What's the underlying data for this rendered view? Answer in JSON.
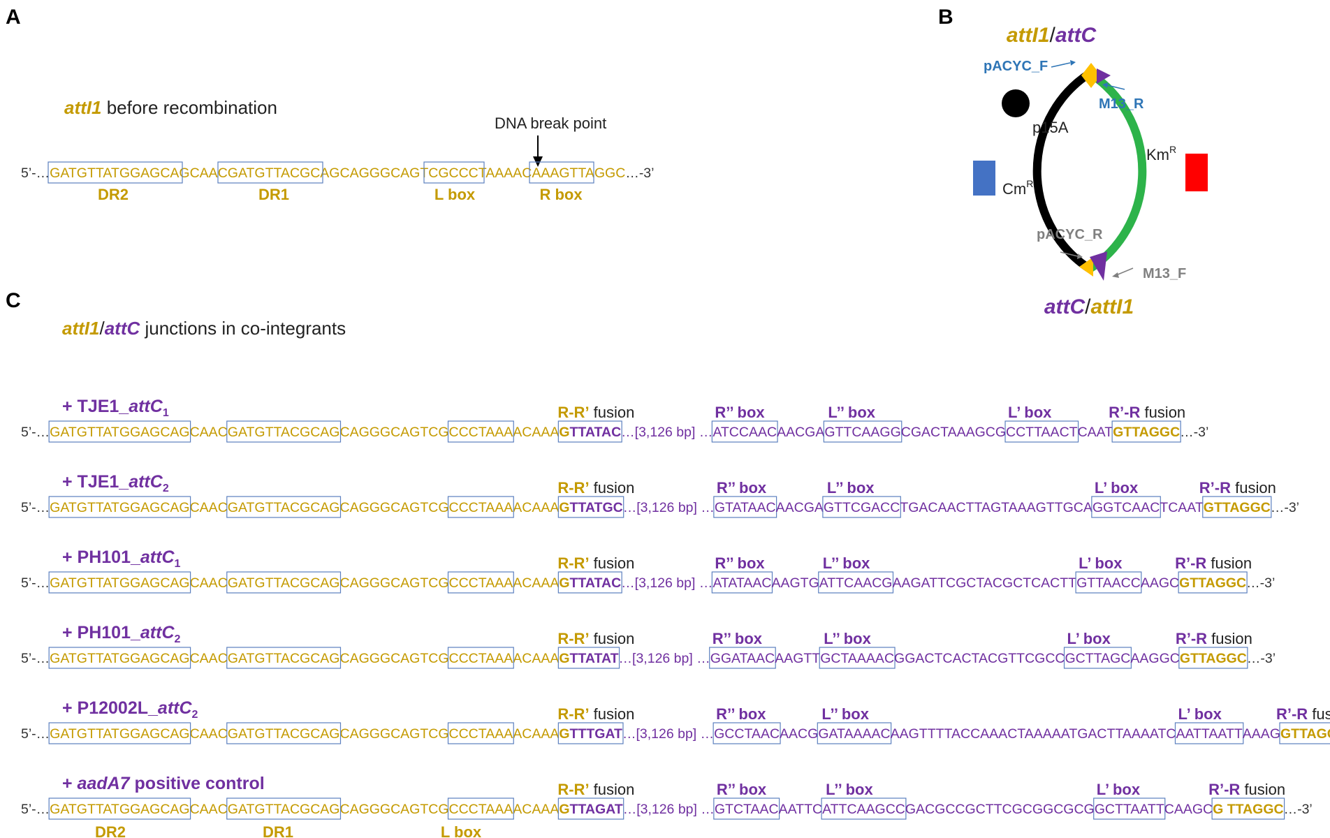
{
  "colors": {
    "gold": "#C49A00",
    "purple": "#7030A0",
    "box": "#5B7FBF",
    "black": "#000000",
    "green": "#2DB34A",
    "blue": "#4472C4",
    "red": "#FF0000",
    "primer_blue": "#2E75B6",
    "gray": "#808080"
  },
  "panels": {
    "a": "A",
    "b": "B",
    "c": "C"
  },
  "panel_a": {
    "title_gene": "attI1",
    "title_rest": " before recombination",
    "break_label": "DNA break point",
    "prefix": "5’-…",
    "seq": [
      "GATGTTATGGAGCAG",
      "CAAC",
      "GATGTTACGCAG",
      "CAGGGCAGTCG",
      "CCCTAAA",
      "ACAAA",
      "GTTAGGC"
    ],
    "suffix": "…-3’",
    "labels": [
      "DR2",
      "DR1",
      "L box",
      "R box"
    ]
  },
  "panel_b": {
    "top_label": [
      "attI1",
      "/",
      "attC"
    ],
    "bottom_label": [
      "attC",
      "/",
      "attI1"
    ],
    "primers": [
      "pACYC_F",
      "M13_R",
      "pACYC_R",
      "M13_F"
    ],
    "ori": "p15A",
    "km": [
      "Km",
      "R"
    ],
    "cm": [
      "Cm",
      "R"
    ]
  },
  "panel_c": {
    "heading": [
      "attI1",
      "/",
      "attC",
      " junctions in co-integrants"
    ],
    "common_prefix": "5’-…",
    "common_gold": [
      "GATGTTATGGAGCAG",
      "CAAC",
      "GATGTTACGCAG",
      "CAGGGCAGTCG",
      "CCCTAAA",
      "ACAAA"
    ],
    "gap": "[3,126 bp] …",
    "suffix": "…-3’",
    "bottom_labels": [
      "DR2",
      "DR1",
      "L box"
    ],
    "fusion_labels": {
      "rr_pre": "R-R’",
      "rr_post": " fusion",
      "r2": "R’’ box",
      "l2": "L’’ box",
      "l1": "L’ box",
      "rpr_pre": "R’-R",
      "rpr_post": " fusion"
    },
    "rows": [
      {
        "name_pre": "+ TJE1_",
        "name_it": "attC",
        "name_sub": "1",
        "fusion_seq": "TTATAC …",
        "r2": "ATCCAAC",
        "mid1": "AACGA",
        "l2": "GTTCAAGG",
        "mid2": "CGACTAAAGCG",
        "l1": "CCTTAACT",
        "mid3": "CAAT",
        "rr": "GTTAGGC"
      },
      {
        "name_pre": "+ TJE1_",
        "name_it": "attC",
        "name_sub": "2",
        "fusion_seq": "TTATGC …",
        "r2": "GTATAAC",
        "mid1": "AACGA",
        "l2": "GTTCGACC",
        "mid2": "TGACAACTTAGTAAAGTTGCA",
        "l1": "GGTCAAC",
        "mid3": "TCAAT",
        "rr": "GTTAGGC"
      },
      {
        "name_pre": "+ PH101_",
        "name_it": "attC",
        "name_sub": "1",
        "fusion_seq": "TTATAC …",
        "r2": "ATATAAC",
        "mid1": "AAGTG",
        "l2": "ATTCAACG",
        "mid2": "AAGATTCGCTACGCTCACTT",
        "l1": "GTTAACC",
        "mid3": "AAGC",
        "rr": "GTTAGGC"
      },
      {
        "name_pre": "+ PH101_",
        "name_it": "attC",
        "name_sub": "2",
        "fusion_seq": "TTATAT …",
        "r2": "GGATAAC",
        "mid1": "AAGTT",
        "l2": "GCTAAAAC",
        "mid2": "GGACTCACTACGTTCGCC",
        "l1": "GCTTAGC",
        "mid3": "AAGGC",
        "rr": "GTTAGGC"
      },
      {
        "name_pre": "+ P12002L_",
        "name_it": "attC",
        "name_sub": "2",
        "fusion_seq": "TTTGAT …",
        "r2": "GCCTAAC",
        "mid1": "AACG",
        "l2": "GATAAAAC",
        "mid2": "AAGTTTTACCAAACTAAAAATGACTTAAAATC",
        "l1": "AATTAATT",
        "mid3": "AAAG",
        "rr": "GTTAGGC"
      },
      {
        "name_pre": "+ ",
        "name_it": "aadA7",
        "name_sub": "",
        "name_post": " positive control",
        "fusion_seq": " TTAGAT …",
        "r2": "GTCTAAC",
        "mid1": "AATTC",
        "l2": "ATTCAAGCC",
        "mid2": "GACGCCGCTTCGCGGCGCG",
        "l1": "GCTTAATT",
        "mid3": "CAAGC",
        "rr": "G TTAGGC"
      }
    ]
  }
}
